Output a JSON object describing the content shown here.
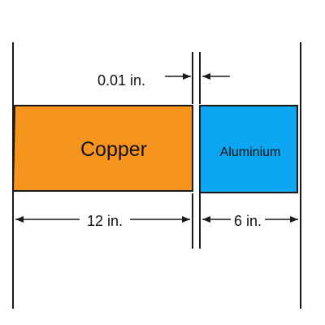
{
  "labels": {
    "gap": "0.01 in.",
    "copper": "Copper",
    "aluminium": "Aluminium",
    "copper_length": "12 in.",
    "aluminium_length": "6 in."
  },
  "colors": {
    "copper_fill": "#F7941D",
    "aluminium_fill": "#0BA5F2",
    "stroke": "#1A1A1A",
    "background": "#FFFFFF"
  }
}
